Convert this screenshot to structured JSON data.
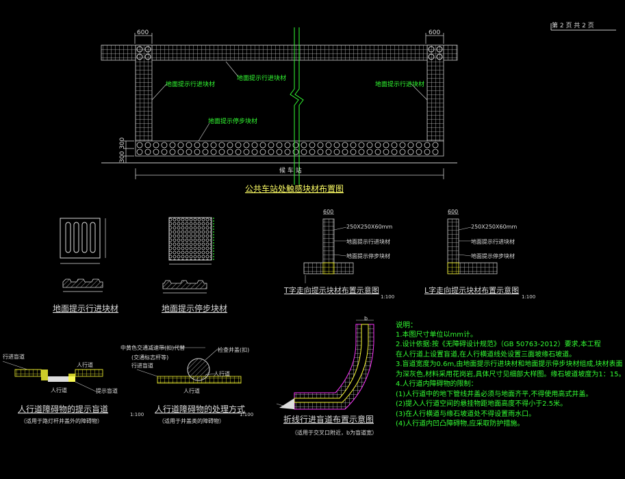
{
  "sheet_info": "第 2   页 共 2   页",
  "top_drawing": {
    "dim_left": "600",
    "dim_right": "600",
    "dim_vertical": "300 300",
    "bottom_label": "候 车 站",
    "label_guide_top": "地面提示行进块材",
    "label_guide_left": "地面提示行进块材",
    "label_guide_right": "地面提示行进块材",
    "label_warning": "地面提示停步块材",
    "title": "公共车站处触感块材布置图"
  },
  "tiles": {
    "guide_title": "地面提示行进块材",
    "warning_title": "地面提示停步块材"
  },
  "t_layout": {
    "dim": "600",
    "spec": "250X250X60mm",
    "label1": "地面提示行进块材",
    "label2": "地面提示停步块材",
    "title": "T字走向提示块材布置示意图",
    "scale": "1:100"
  },
  "l_layout": {
    "dim": "600",
    "spec": "250X250X60mm",
    "label1": "地面提示行进块材",
    "label2": "地面提示停步块材",
    "title": "L字走向提示块材布置示意图",
    "scale": "1:100"
  },
  "obstacle_left": {
    "label_a": "行进盲道",
    "label_b": "人行道",
    "label_c": "人行道",
    "label_d": "提示盲道",
    "title": "人行道障碍物的提示盲道",
    "subtitle": "（适用于路灯杆井盖外的障碍物）",
    "scale": "1:100"
  },
  "obstacle_mid": {
    "label_a": "中黄色交通减速带(扣)代替",
    "label_b": "(交通标志杆等)",
    "label_c": "行进盲道",
    "label_d": "检查井盖(扣)",
    "label_e": "人行道",
    "label_f": "人行道",
    "title": "人行道障碍物的处理方式",
    "subtitle": "（适用于井盖类的障碍物）",
    "scale": "1:100"
  },
  "diagonal": {
    "dim": "b",
    "title": "折线行进盲道布置示意图",
    "subtitle": "（适用于交叉口附近，b为盲道宽）"
  },
  "notes": {
    "heading": "说明：",
    "lines": [
      "1.本图尺寸单位以mm计。",
      "2.设计依据:按《无障碍设计规范》（GB 50763-2012）要求,本工程",
      "   在人行道上设置盲道,在人行横道线处设置三面坡缘石坡道。",
      "3.盲道宽度为0.6m,由地面提示行进块材和地面提示停步块材组成,块材表面",
      "   为深灰色,材料采用花岗岩,具体尺寸见细部大样图。缘石坡道坡度为1：15。",
      "4.人行道内障碍物的限制：",
      "  (1)人行道中的地下管线井盖必须与地面齐平,不得使用高式井盖。",
      "  (2)提入人行道空间的悬挂物距地面高度不得小于2.5米。",
      "  (3)在人行横道与缘石坡道处不得设置雨水口。",
      "  (4)人行道内凹凸障碍物,应采取防护措施。"
    ]
  },
  "colors": {
    "background": "#000000",
    "tile_gray": "#d8d8d8",
    "guide_yellow": "#ffff00",
    "label_green": "#33ff33",
    "accent_magenta": "#ff33ff",
    "title_yellow": "#ffff66"
  }
}
